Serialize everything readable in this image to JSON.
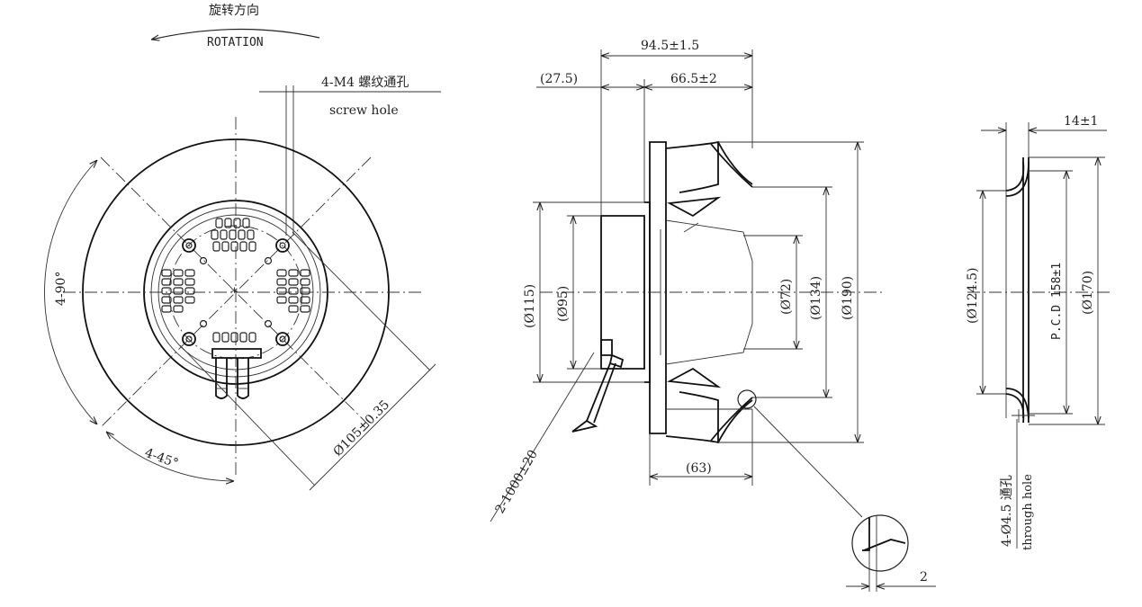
{
  "front_view": {
    "rotation_cn": "旋转方向",
    "rotation_en": "ROTATION",
    "screw_hole_cn": "4-M4 螺纹通孔",
    "screw_hole_en": "screw hole",
    "angle_90": "4-90°",
    "angle_45": "4-45°",
    "dia_105": "Ø105±0.35"
  },
  "side_view": {
    "overall_length": "94.5±1.5",
    "offset_left": "(27.5)",
    "length_66": "66.5±2",
    "dia_115": "(Ø115)",
    "dia_95": "(Ø95)",
    "dia_72": "(Ø72)",
    "dia_134": "(Ø134)",
    "dia_190": "(Ø190)",
    "width_63": "(63)",
    "cable": "2-1000±20",
    "detail_gap": "2"
  },
  "ring_view": {
    "thickness": "14±1",
    "dia_1245": "(Ø124.5)",
    "pcd": "P.C.D 158±1",
    "dia_170": "(Ø170)",
    "hole_cn": "4-Ø4.5 通孔",
    "hole_en": "through hole"
  }
}
